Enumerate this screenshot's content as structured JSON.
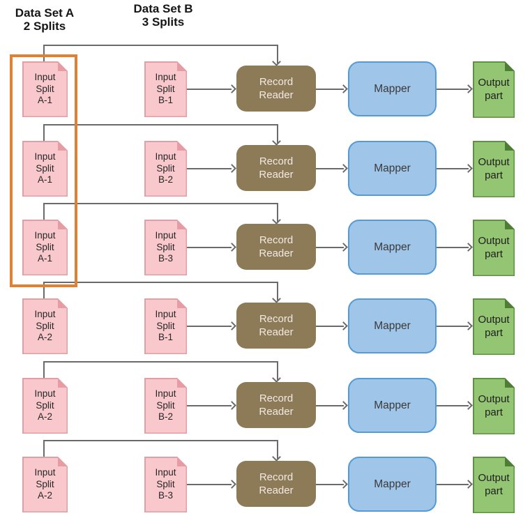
{
  "headers": {
    "dataset_a": "Data Set A\n2 Splits",
    "dataset_b": "Data Set B\n3 Splits"
  },
  "rows": [
    {
      "a_label": "Input\nSplit\nA-1",
      "b_label": "Input\nSplit\nB-1",
      "record_reader_label": "Record\nReader",
      "mapper_label": "Mapper",
      "output_label": "Output\npart"
    },
    {
      "a_label": "Input\nSplit\nA-1",
      "b_label": "Input\nSplit\nB-2",
      "record_reader_label": "Record\nReader",
      "mapper_label": "Mapper",
      "output_label": "Output\npart"
    },
    {
      "a_label": "Input\nSplit\nA-1",
      "b_label": "Input\nSplit\nB-3",
      "record_reader_label": "Record\nReader",
      "mapper_label": "Mapper",
      "output_label": "Output\npart"
    },
    {
      "a_label": "Input\nSplit\nA-2",
      "b_label": "Input\nSplit\nB-1",
      "record_reader_label": "Record\nReader",
      "mapper_label": "Mapper",
      "output_label": "Output\npart"
    },
    {
      "a_label": "Input\nSplit\nA-2",
      "b_label": "Input\nSplit\nB-2",
      "record_reader_label": "Record\nReader",
      "mapper_label": "Mapper",
      "output_label": "Output\npart"
    },
    {
      "a_label": "Input\nSplit\nA-2",
      "b_label": "Input\nSplit\nB-3",
      "record_reader_label": "Record\nReader",
      "mapper_label": "Mapper",
      "output_label": "Output\npart"
    }
  ],
  "colors": {
    "input_split_fill": "#F8C8CC",
    "input_split_border": "#DFA0A5",
    "record_reader_fill": "#8D7B58",
    "record_reader_text": "#F2E9E4",
    "mapper_fill": "#9FC5E8",
    "mapper_border": "#549BD5",
    "output_fill": "#93C573",
    "output_border": "#5E9141",
    "arrow": "#6A6A6A",
    "highlight_box": "#DE8135"
  }
}
